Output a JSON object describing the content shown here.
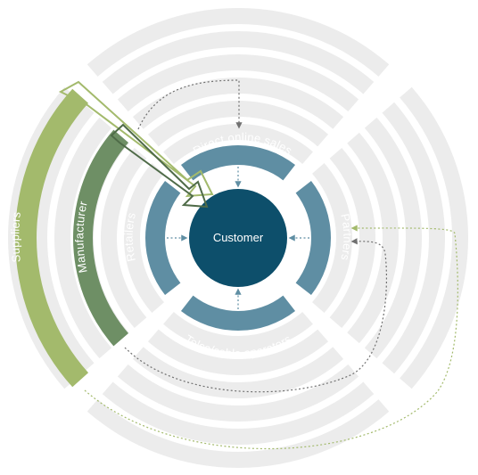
{
  "center": {
    "label": "Customer"
  },
  "channels": {
    "top": "Direct online sales",
    "right": "Partners",
    "bottom": "Telco/cable operators",
    "left": "Retailers"
  },
  "outer": {
    "manufacturer": "Manufacturer",
    "suppliers": "Suppliers"
  },
  "colors": {
    "background_rings": "#ececec",
    "channel_ring": "#5f8ea3",
    "center": "#0d4f6b",
    "manufacturer": "#6e8f65",
    "suppliers": "#a3ba6c",
    "suppliers_arrow": "#a3ba6c",
    "manufacturer_arrow": "#4f6b48",
    "dotted_teal": "#5f8ea3",
    "dotted_gray": "#707070",
    "dotted_green": "#a3ba6c"
  }
}
